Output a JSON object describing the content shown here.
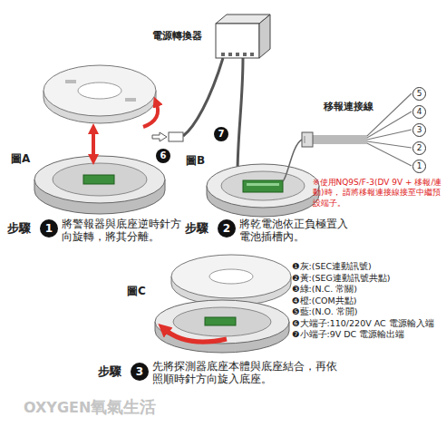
{
  "diagram": {
    "nodes": [
      {
        "text": [
          "電源轉換器"
        ]
      },
      {
        "text": [
          "移報連接線"
        ]
      }
    ],
    "labels": [
      "圖A",
      "6",
      "7",
      "圖B",
      "5",
      "4",
      "3",
      "2",
      "1",
      "※使用NQ9S/F-3(DV 9V + 移報/連動)時， 請將移報連接線接至中繼預設端子。",
      "步驟",
      "1",
      "將警報器與底座逆時針方向旋轉，將其分離。",
      "步驟",
      "2",
      "將乾電池依正負極置入電池插槽內。",
      "圖C",
      "❶灰:(SEC連動訊號)",
      "❷黃:(SEG連動訊號共點)",
      "❸綠:(N.C. 常關)",
      "❹橙:(COM共點)",
      "❺藍:(N.O. 常開)",
      "❻大端子:110/220V AC 電源輸入端",
      "❼小端子:9V DC 電源輸出端",
      "步驟",
      "3",
      "先將探測器底座本體與底座結合，再依照順時針方向旋入底座。",
      "OXYGEN",
      "氧氣生活"
    ]
  }
}
